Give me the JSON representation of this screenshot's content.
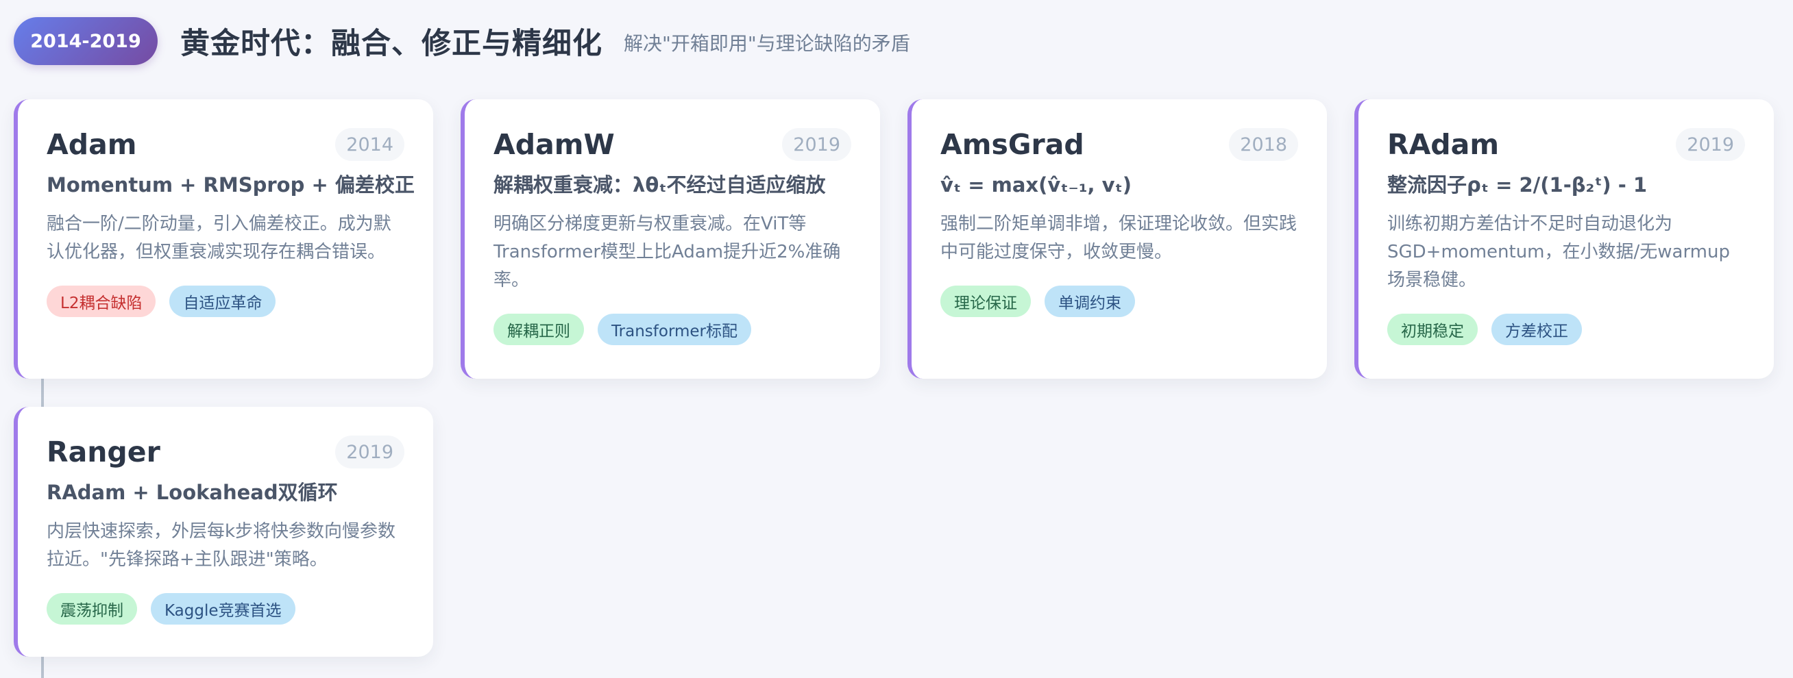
{
  "header": {
    "period": "2014-2019",
    "title": "黄金时代：融合、修正与精细化",
    "subtitle": "解决\"开箱即用\"与理论缺陷的矛盾"
  },
  "colors": {
    "pill_gradient_start": "#667eea",
    "pill_gradient_end": "#764ba2",
    "card_accent": "#9f7aea",
    "tag_red_bg": "#fed7d7",
    "tag_red_text": "#c53030",
    "tag_blue_bg": "#bee3f8",
    "tag_blue_text": "#2c5282",
    "tag_green_bg": "#c6f6d5",
    "tag_green_text": "#276749"
  },
  "cards": [
    {
      "title": "Adam",
      "year": "2014",
      "formula": "Momentum + RMSprop + 偏差校正",
      "description": "融合一阶/二阶动量，引入偏差校正。成为默认优化器，但权重衰减实现存在耦合错误。",
      "tags": [
        {
          "label": "L2耦合缺陷",
          "color": "red"
        },
        {
          "label": "自适应革命",
          "color": "blue"
        }
      ]
    },
    {
      "title": "AdamW",
      "year": "2019",
      "formula": "解耦权重衰减：λθₜ不经过自适应缩放",
      "description": "明确区分梯度更新与权重衰减。在ViT等Transformer模型上比Adam提升近2%准确率。",
      "tags": [
        {
          "label": "解耦正则",
          "color": "green"
        },
        {
          "label": "Transformer标配",
          "color": "blue"
        }
      ]
    },
    {
      "title": "AmsGrad",
      "year": "2018",
      "formula": "v̂ₜ = max(v̂ₜ₋₁, vₜ)",
      "description": "强制二阶矩单调非增，保证理论收敛。但实践中可能过度保守，收敛更慢。",
      "tags": [
        {
          "label": "理论保证",
          "color": "green"
        },
        {
          "label": "单调约束",
          "color": "blue"
        }
      ]
    },
    {
      "title": "RAdam",
      "year": "2019",
      "formula": "整流因子ρₜ = 2/(1-β₂ᵗ) - 1",
      "description": "训练初期方差估计不足时自动退化为SGD+momentum，在小数据/无warmup场景稳健。",
      "tags": [
        {
          "label": "初期稳定",
          "color": "green"
        },
        {
          "label": "方差校正",
          "color": "blue"
        }
      ]
    },
    {
      "title": "Ranger",
      "year": "2019",
      "formula": "RAdam + Lookahead双循环",
      "description": "内层快速探索，外层每k步将快参数向慢参数拉近。\"先锋探路+主队跟进\"策略。",
      "tags": [
        {
          "label": "震荡抑制",
          "color": "green"
        },
        {
          "label": "Kaggle竞赛首选",
          "color": "blue"
        }
      ]
    }
  ]
}
